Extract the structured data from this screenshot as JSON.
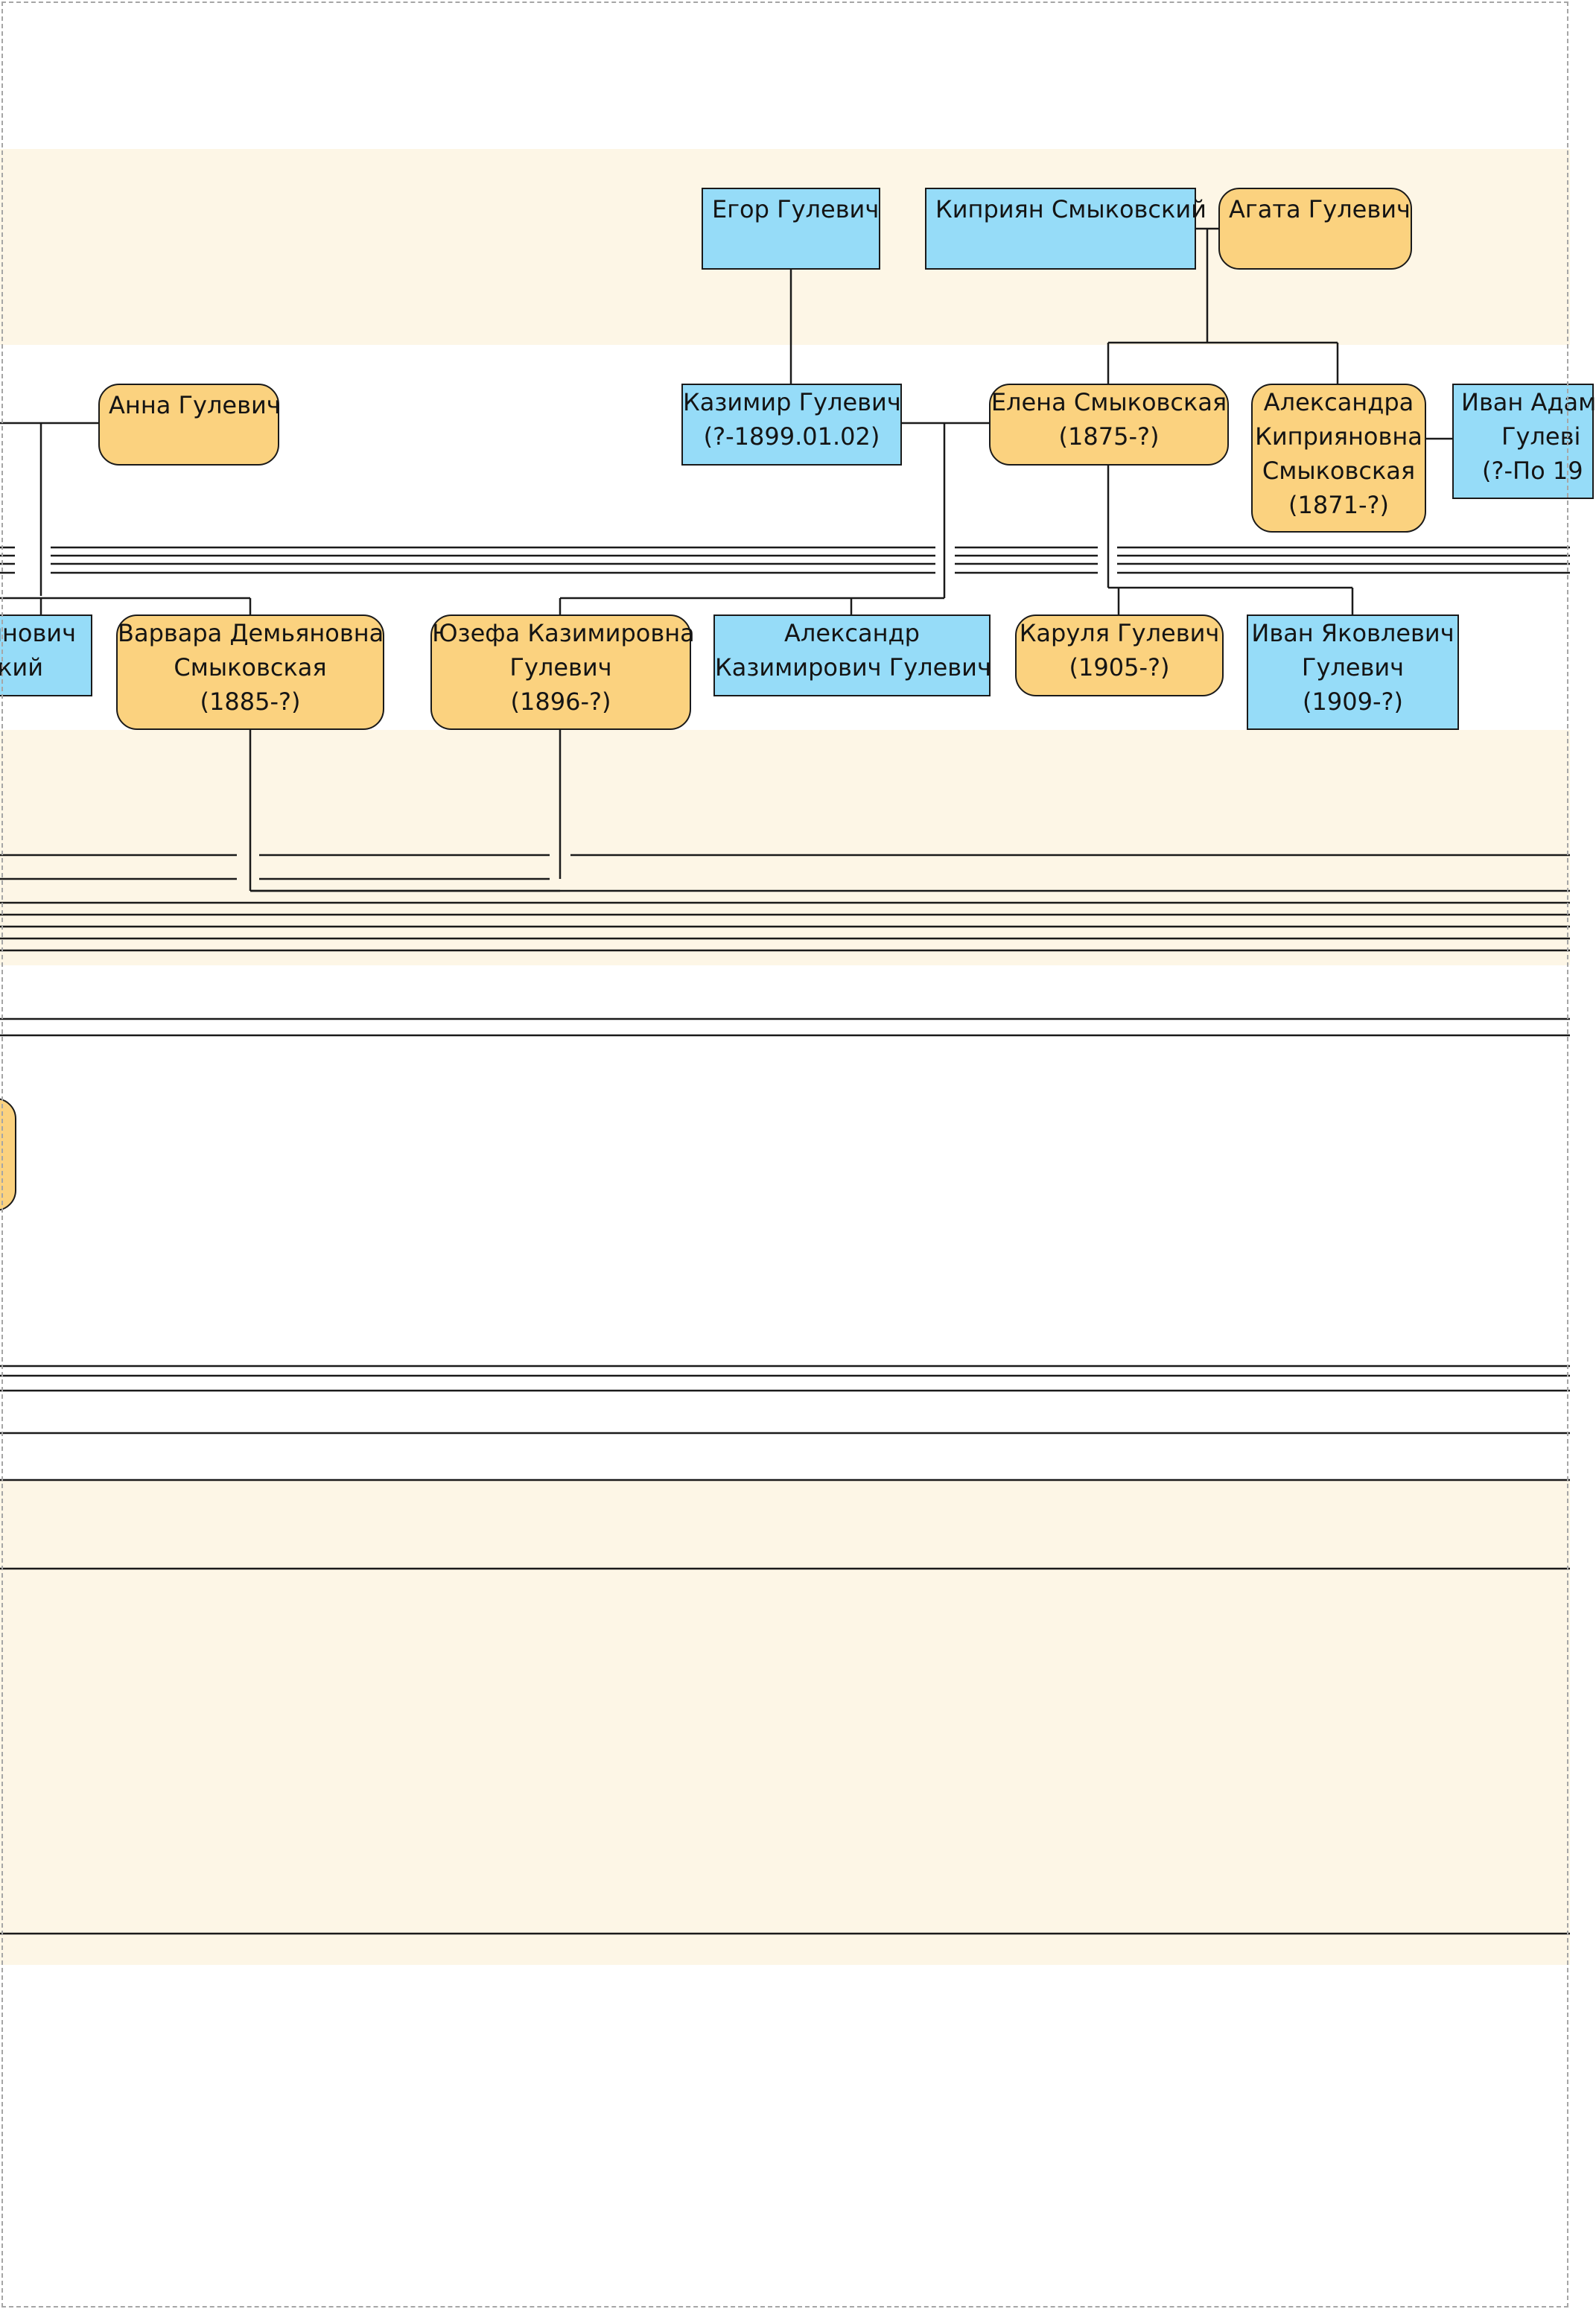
{
  "tree": {
    "colors": {
      "male": "#96dcf8",
      "female": "#fbd27f",
      "band": "#fdf6e6",
      "line": "#1a1a1a"
    },
    "persons": {
      "egor": {
        "name": "Егор Гулевич"
      },
      "kiprian": {
        "name": "Киприян Смыковский"
      },
      "agata": {
        "name": "Агата Гулевич"
      },
      "anna": {
        "name": "Анна Гулевич"
      },
      "kazimir": {
        "name": "Казимир Гулевич",
        "dates": "(?-1899.01.02)"
      },
      "elena": {
        "name": "Елена Смыковская",
        "dates": "(1875-?)"
      },
      "aleksandra": {
        "name_line1": "Александра",
        "name_line2": "Киприяновна",
        "name_line3": "Смыковская",
        "dates": "(1871-?)"
      },
      "ivan_adam": {
        "name_line1": "Иван Адам",
        "name_line2": "Гулеві",
        "dates": "(?-По 19"
      },
      "left_cut": {
        "line1": "янович",
        "line2": "кий"
      },
      "varvara": {
        "name_line1": "Варвара Демьяновна",
        "name_line2": "Смыковская",
        "dates": "(1885-?)"
      },
      "yuzefa": {
        "name_line1": "Юзефа Казимировна",
        "name_line2": "Гулевич",
        "dates": "(1896-?)"
      },
      "aleksandr": {
        "name_line1": "Александр",
        "name_line2": "Казимирович Гулевич"
      },
      "karulya": {
        "name": "Каруля Гулевич",
        "dates": "(1905-?)"
      },
      "ivan_yak": {
        "name_line1": "Иван Яковлевич",
        "name_line2": "Гулевич",
        "dates": "(1909-?)"
      }
    }
  }
}
